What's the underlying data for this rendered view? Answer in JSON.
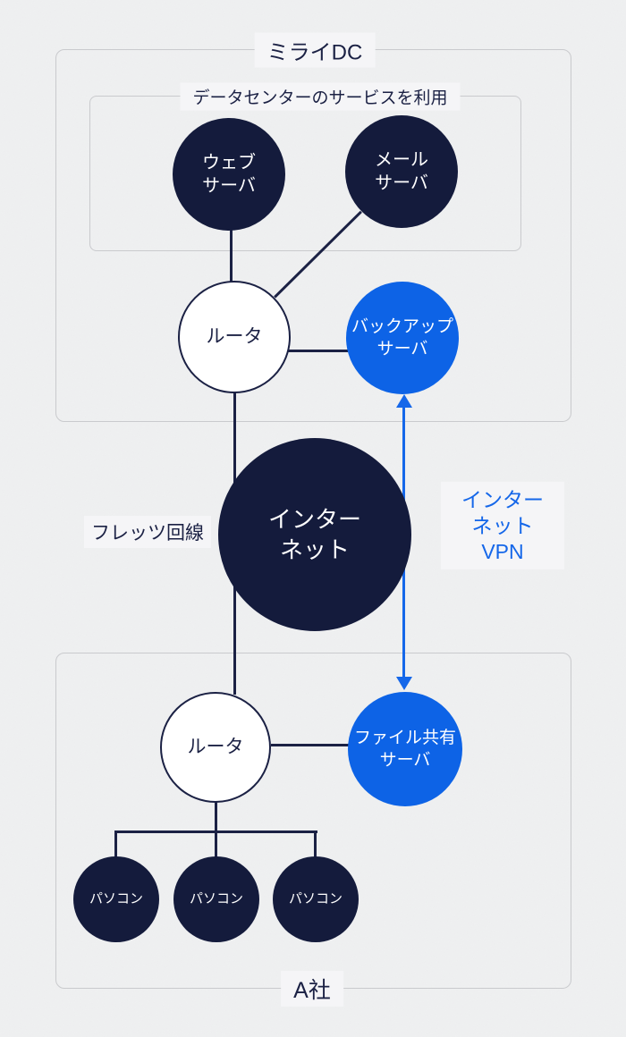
{
  "colors": {
    "page_bg": "#eff0f1",
    "navy": "#141b3c",
    "navy_text": "#1b2144",
    "line": "#1b2144",
    "blue": "#0d63e6",
    "blue_accent": "#1567e9",
    "box_border": "#c9cacd",
    "label_bg": "#f5f5f7"
  },
  "dc_section": {
    "title": "ミライDC",
    "service_group_title": "データセンターのサービスを利用"
  },
  "company_section": {
    "title": "A社"
  },
  "nodes": {
    "web_server": {
      "label": "ウェブ\nサーバ"
    },
    "mail_server": {
      "label": "メール\nサーバ"
    },
    "dc_router": {
      "label": "ルータ"
    },
    "backup_server": {
      "label": "バックアップ\nサーバ"
    },
    "internet": {
      "label": "インター\nネット"
    },
    "company_router": {
      "label": "ルータ"
    },
    "file_server": {
      "label": "ファイル共有\nサーバ"
    },
    "pc1": {
      "label": "パソコン"
    },
    "pc2": {
      "label": "パソコン"
    },
    "pc3": {
      "label": "パソコン"
    }
  },
  "labels": {
    "flets_line": "フレッツ回線",
    "internet_vpn": "インターネット\nVPN"
  }
}
